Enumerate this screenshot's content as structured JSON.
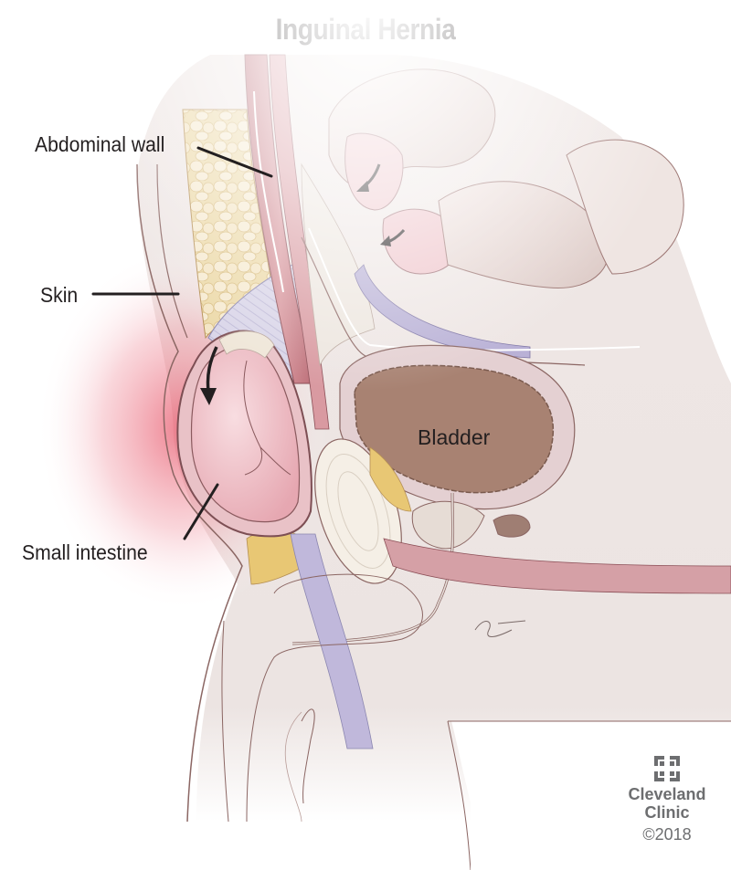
{
  "title": "Inguinal Hernia",
  "labels": {
    "abdominal_wall": "Abdominal wall",
    "skin": "Skin",
    "small_intestine": "Small intestine",
    "bladder": "Bladder"
  },
  "logo": {
    "line1": "Cleveland",
    "line2": "Clinic",
    "copyright": "©2018",
    "icon": "cleveland-clinic-cross-icon"
  },
  "colors": {
    "text": "#231f20",
    "intestine": "#f2c9cf",
    "intestine_outline": "#8a5a5e",
    "fat": "#ecd9a8",
    "fascia": "#c9c6e0",
    "vessel": "#b9b1d6",
    "muscle": "#c97e86",
    "bladder_interior": "#a88272",
    "bladder_wall": "#e4d0d2",
    "body": "#ece4e2",
    "outline": "#8b6663",
    "glow": "#e8566a",
    "logo_gray": "#6d6e70"
  },
  "arrows": [
    {
      "name": "hernia-direction-arrow",
      "location": "inside bulging intestine"
    },
    {
      "name": "intestine-arrow-upper",
      "location": "upper intestinal loop"
    },
    {
      "name": "intestine-arrow-lower",
      "location": "at inguinal canal opening"
    }
  ]
}
